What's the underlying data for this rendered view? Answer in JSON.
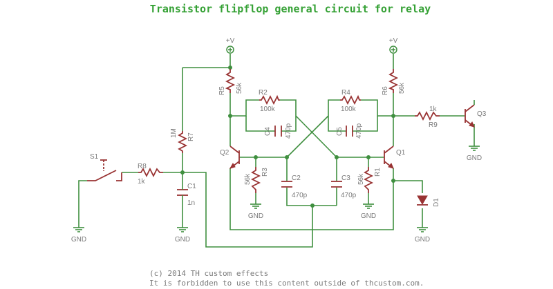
{
  "title": "Transistor flipflop general circuit for relay",
  "footer": {
    "line1": "(c) 2014 TH custom effects",
    "line2": "It is forbidden to use this content outside of thcustom.com."
  },
  "colors": {
    "wire": "#3f8f3f",
    "part": "#993333",
    "label": "#7a7a7a",
    "title": "#35a135"
  },
  "power": {
    "label": "+V"
  },
  "ground": {
    "label": "GND"
  },
  "components": {
    "R1": {
      "name": "R1",
      "value": "56k"
    },
    "R2": {
      "name": "R2",
      "value": "100k"
    },
    "R3": {
      "name": "R3",
      "value": "56k"
    },
    "R4": {
      "name": "R4",
      "value": "100k"
    },
    "R5": {
      "name": "R5",
      "value": "56k"
    },
    "R6": {
      "name": "R6",
      "value": "56k"
    },
    "R7": {
      "name": "R7",
      "value": "1M"
    },
    "R8": {
      "name": "R8",
      "value": "1k"
    },
    "R9": {
      "name": "R9",
      "value": "1k"
    },
    "C1": {
      "name": "C1",
      "value": "1n"
    },
    "C2": {
      "name": "C2",
      "value": "470p"
    },
    "C3": {
      "name": "C3",
      "value": "470p"
    },
    "C4": {
      "name": "C4",
      "value": "470p"
    },
    "C5": {
      "name": "C5",
      "value": "470p"
    },
    "Q1": {
      "name": "Q1"
    },
    "Q2": {
      "name": "Q2"
    },
    "Q3": {
      "name": "Q3"
    },
    "D1": {
      "name": "D1"
    },
    "S1": {
      "name": "S1"
    }
  }
}
